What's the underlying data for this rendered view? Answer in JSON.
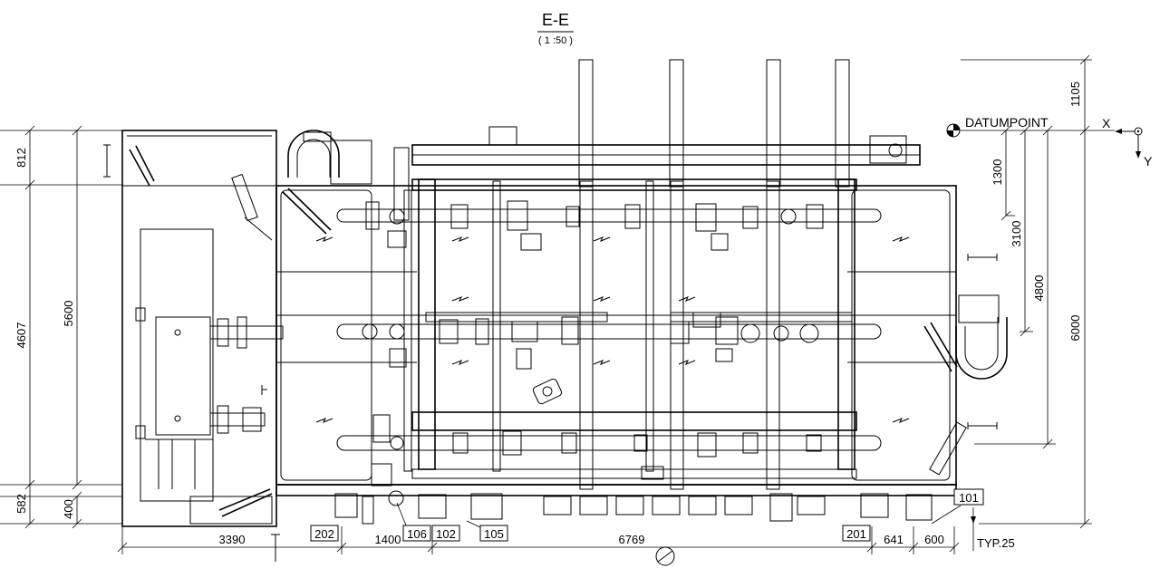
{
  "title": {
    "section": "E-E",
    "scale": "( 1 :50 )"
  },
  "datum": {
    "label": "DATUMPOINT",
    "x_axis": "X",
    "y_axis": "Y"
  },
  "dimensions": {
    "left": {
      "d812": "812",
      "d4607": "4607",
      "d5600": "5600",
      "d582": "582",
      "d400": "400"
    },
    "right": {
      "d1105": "1105",
      "d1300": "1300",
      "d3100": "3100",
      "d4800": "4800",
      "d6000": "6000"
    },
    "bottom": {
      "d3390": "3390",
      "d1400": "1400",
      "d6769": "6769",
      "d641": "641",
      "d600": "600"
    }
  },
  "tags": {
    "t202": "202",
    "t106": "106",
    "t102": "102",
    "t105": "105",
    "t201": "201",
    "t101": "101"
  },
  "note": "TYP.25"
}
